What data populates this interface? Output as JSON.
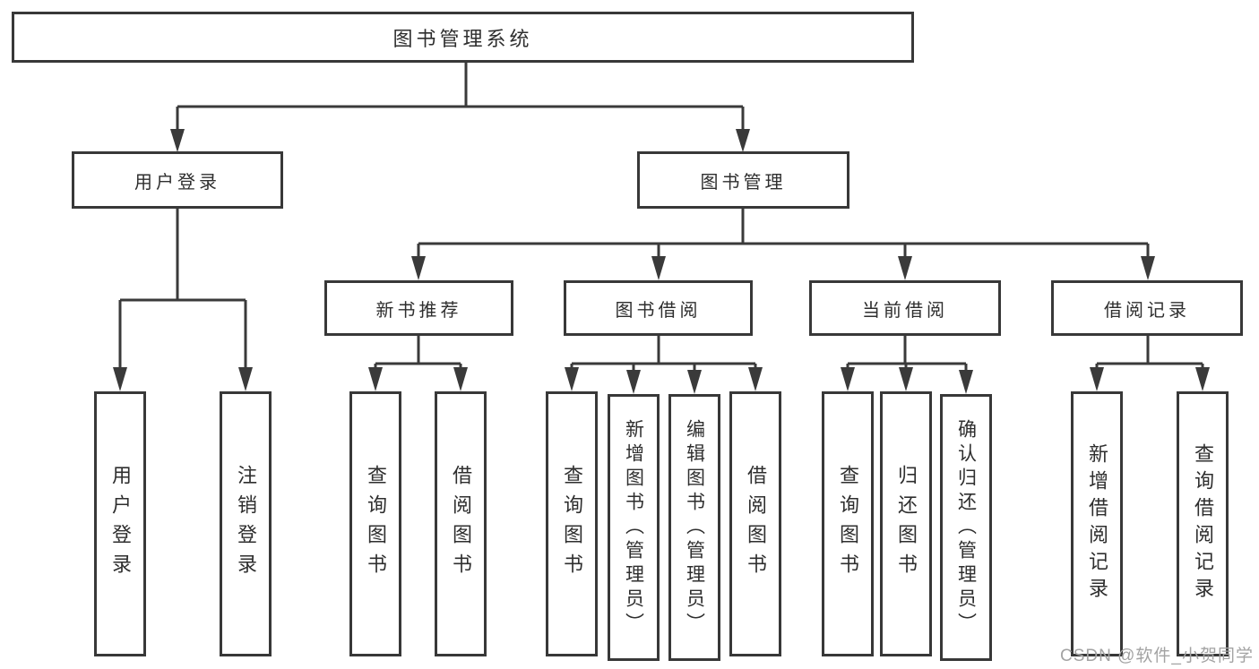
{
  "diagram_type": "hierarchy-tree",
  "colors": {
    "line": "#3a3a3a",
    "box_border": "#383838",
    "text": "#2e2e2e",
    "watermark": "#a3a3a3",
    "background": "#ffffff"
  },
  "tree": {
    "root": {
      "label": "图书管理系统",
      "children": [
        {
          "label": "用户登录",
          "children": [
            {
              "label": "用户登录"
            },
            {
              "label": "注销登录"
            }
          ]
        },
        {
          "label": "图书管理",
          "children": [
            {
              "label": "新书推荐",
              "children": [
                {
                  "label": "查询图书"
                },
                {
                  "label": "借阅图书"
                }
              ]
            },
            {
              "label": "图书借阅",
              "children": [
                {
                  "label": "查询图书"
                },
                {
                  "label": "新增图书（管理员）"
                },
                {
                  "label": "编辑图书（管理员）"
                },
                {
                  "label": "借阅图书"
                }
              ]
            },
            {
              "label": "当前借阅",
              "children": [
                {
                  "label": "查询图书"
                },
                {
                  "label": "归还图书"
                },
                {
                  "label": "确认归还（管理员）"
                }
              ]
            },
            {
              "label": "借阅记录",
              "children": [
                {
                  "label": "新增借阅记录"
                },
                {
                  "label": "查询借阅记录"
                }
              ]
            }
          ]
        }
      ]
    }
  },
  "watermark": {
    "text": "CSDN @软件_小贺同学"
  }
}
